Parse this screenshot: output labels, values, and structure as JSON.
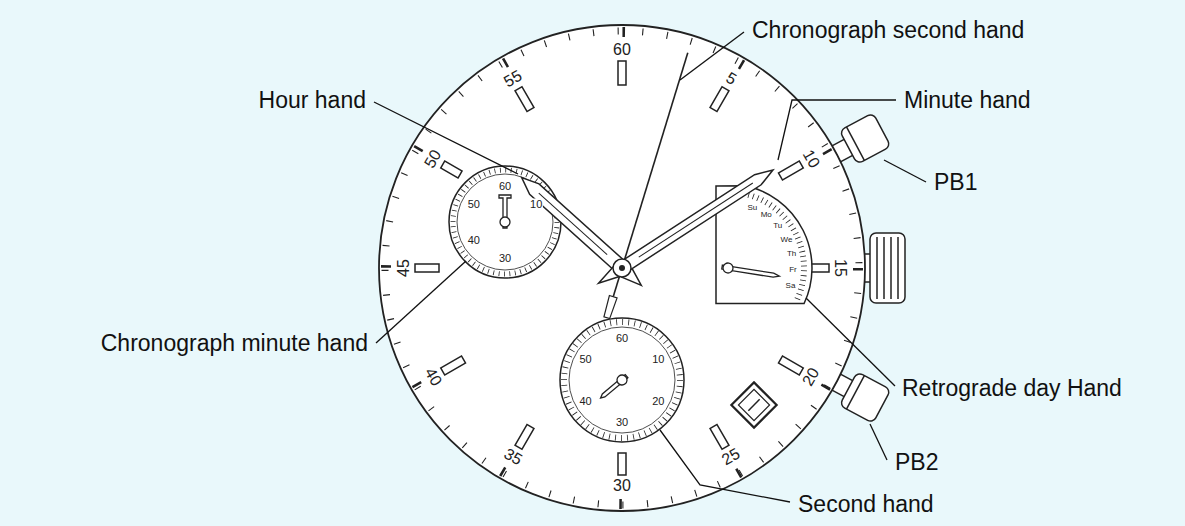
{
  "diagram": {
    "labels": [
      "Chronograph second hand",
      "Hour hand",
      "Minute hand",
      "PB1",
      "Chronograph minute hand",
      "Retrograde day Hand",
      "PB2",
      "Second hand",
      "60",
      "5",
      "10",
      "15",
      "20",
      "25",
      "30",
      "35",
      "40",
      "45",
      "50",
      "55",
      "60",
      "10",
      "30",
      "40",
      "50",
      "60",
      "10",
      "20",
      "30",
      "40",
      "50",
      "Su",
      "Mo",
      "Tu",
      "We",
      "Th",
      "Fr",
      "Sa"
    ]
  }
}
